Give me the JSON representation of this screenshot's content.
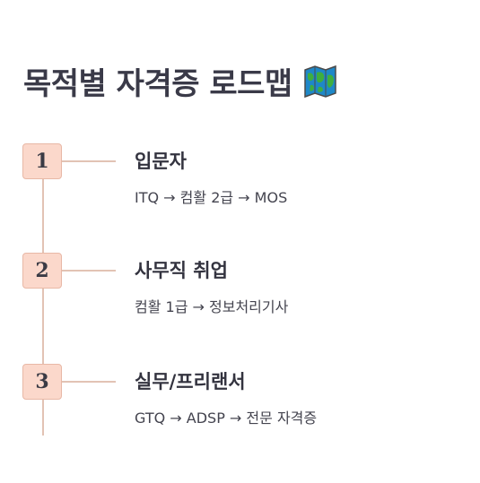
{
  "header": {
    "title": "목적별 자격증 로드맵",
    "icon": "world-map-icon"
  },
  "colors": {
    "badge_fill": "#fbd8cb",
    "badge_border": "#e8b8a6",
    "line": "#e2c3b4"
  },
  "steps": [
    {
      "number": "1",
      "title": "입문자",
      "desc": "ITQ → 컴활 2급 → MOS"
    },
    {
      "number": "2",
      "title": "사무직 취업",
      "desc": "컴활 1급 → 정보처리기사"
    },
    {
      "number": "3",
      "title": "실무/프리랜서",
      "desc": "GTQ → ADSP → 전문 자격증"
    }
  ]
}
